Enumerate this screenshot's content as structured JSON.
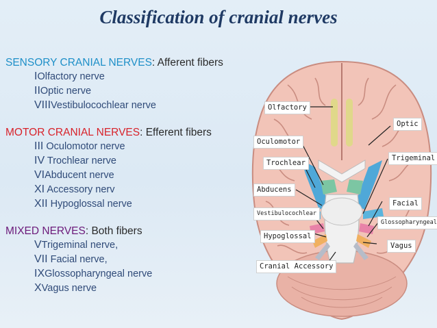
{
  "title": "Classification of cranial nerves",
  "groups": {
    "sensory": {
      "name": "SENSORY CRANIAL NERVES",
      "rest": ": Afferent fibers",
      "items": [
        {
          "num": "I",
          "name": "Olfactory nerve"
        },
        {
          "num": "II",
          "name": "Optic nerve"
        },
        {
          "num": "VIII",
          "name": "Vestibulocochlear nerve"
        }
      ]
    },
    "motor": {
      "name": "MOTOR CRANIAL NERVES",
      "rest": ": Efferent fibers",
      "items": [
        {
          "num": "III",
          "name": " Oculomotor nerve"
        },
        {
          "num": "IV",
          "name": " Trochlear nerve"
        },
        {
          "num": "VI",
          "name": "Abducent nerve"
        },
        {
          "num": "XI",
          "name": " Accessory nerv"
        },
        {
          "num": "XII",
          "name": " Hypoglossal nerve"
        }
      ]
    },
    "mixed": {
      "name": "MIXED NERVES",
      "rest": ": Both fibers",
      "items": [
        {
          "num": "V",
          "name": "Trigeminal nerve,"
        },
        {
          "num": "VII",
          "name": " Facial nerve,"
        },
        {
          "num": "IX",
          "name": "Glossopharyngeal nerve"
        },
        {
          "num": "X",
          "name": "Vagus nerve"
        }
      ]
    }
  },
  "diagram_labels": {
    "olfactory": "Olfactory",
    "optic": "Optic",
    "oculomotor": "Oculomotor",
    "trigeminal": "Trigeminal",
    "trochlear": "Trochlear",
    "abducens": "Abducens",
    "facial": "Facial",
    "vestibulocochlear": "Vestibulocochlear",
    "glossopharyngeal": "Glossopharyngeal",
    "hypoglossal": "Hypoglossal",
    "vagus": "Vagus",
    "cranial_accessory": "Cranial Accessory"
  },
  "colors": {
    "title": "#1f3a64",
    "sensory": "#1e8fc8",
    "motor": "#d8222a",
    "mixed": "#6c1a7a",
    "items": "#2f4a78",
    "brain": "#f2c4b8",
    "brain_fold": "#c98c80",
    "olfactory": "#e0d88a",
    "trochlear_blue": "#4fa8d8",
    "oculomotor_green": "#7cc6a3",
    "facial_pink": "#e882a8",
    "vagus_gray": "#b6bcc8",
    "accessory_orange": "#f0b060"
  }
}
